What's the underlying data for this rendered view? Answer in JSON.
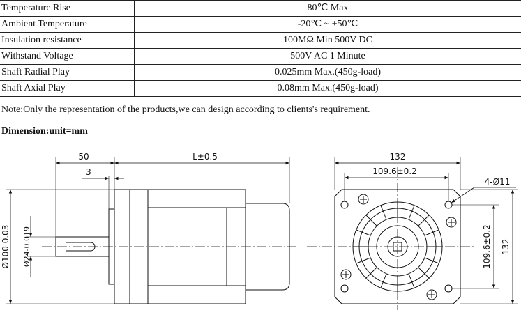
{
  "specs": [
    {
      "label": "Temperature Rise",
      "value": "80℃ Max"
    },
    {
      "label": "Ambient Temperature",
      "value": "-20℃ ~ +50℃"
    },
    {
      "label": "Insulation resistance",
      "value": "100MΩ   Min  500V  DC"
    },
    {
      "label": "Withstand Voltage",
      "value": "500V  AC  1 Minute"
    },
    {
      "label": "Shaft Radial Play",
      "value": "0.025mm Max.(450g-load)"
    },
    {
      "label": "Shaft Axial Play",
      "value": "0.08mm Max.(450g-load)"
    }
  ],
  "note": "Note:Only the representation of the products,we can design according to clients's requirement.",
  "dimension_title": "Dimension:unit=mm",
  "drawing": {
    "side": {
      "dim_shaft_len": "50",
      "dim_step": "3",
      "dim_body_len": "L±0.5",
      "dim_flange_dia": "Ø100  0.03",
      "dim_shaft_dia": "Ø24-0.019"
    },
    "front": {
      "dim_width": "132",
      "dim_hole_pitch_h": "109.6±0.2",
      "dim_holes": "4-Ø11",
      "dim_hole_pitch_v": "109.6±0.2",
      "dim_height": "132"
    }
  }
}
